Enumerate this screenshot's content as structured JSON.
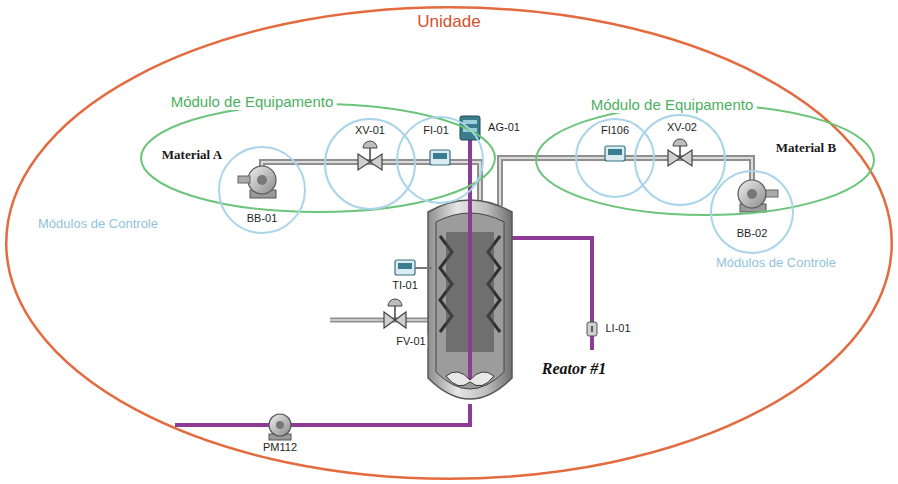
{
  "diagram": {
    "nodes": [
      {
        "text": [
          "Unidade"
        ]
      },
      {
        "text": [
          "Módulo de Equipamento"
        ],
        "in": 0
      },
      {
        "text": [
          "BB-01"
        ],
        "in": 1
      },
      {
        "text": [
          "XV-01"
        ],
        "in": 1
      },
      {
        "text": [
          "FI-01"
        ],
        "in": 1
      },
      {
        "text": [
          "Módulo de Equipamento"
        ],
        "in": 0
      },
      {
        "text": [
          "FI106"
        ],
        "in": 5
      },
      {
        "text": [
          "XV-02"
        ],
        "in": 5
      },
      {
        "text": [
          "BB-02"
        ],
        "in": 5
      }
    ],
    "labels": [
      "Material A",
      "Material B",
      "Módulos de Controle",
      "Módulos de Controle",
      "AG-01",
      "TI-01",
      "FV-01",
      "LI-01",
      "PM112",
      "Reator #1"
    ]
  }
}
